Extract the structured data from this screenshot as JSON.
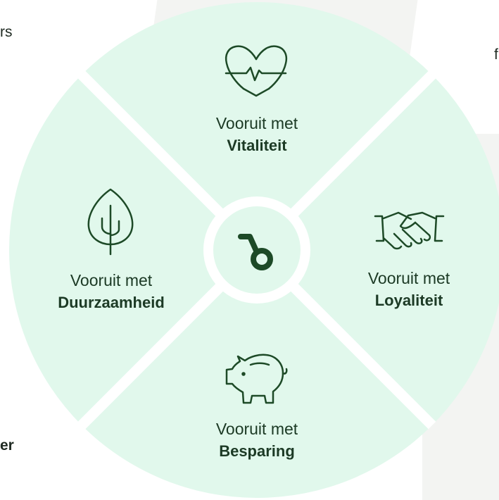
{
  "edge_texts": {
    "top_left": "rs",
    "top_right": "f",
    "bottom_left": "er"
  },
  "colors": {
    "segment_fill": "#e1f8ec",
    "stroke": "#1d4a27",
    "background_shape": "#f3f4f2"
  },
  "segments": [
    {
      "pre": "Vooruit met",
      "main": "Vitaliteit",
      "icon": "heart-pulse-icon"
    },
    {
      "pre": "Vooruit met",
      "main": "Loyaliteit",
      "icon": "handshake-icon"
    },
    {
      "pre": "Vooruit met",
      "main": "Besparing",
      "icon": "piggy-bank-icon"
    },
    {
      "pre": "Vooruit met",
      "main": "Duurzaamheid",
      "icon": "tree-icon"
    }
  ],
  "center": {
    "icon": "brand-logo-icon"
  }
}
